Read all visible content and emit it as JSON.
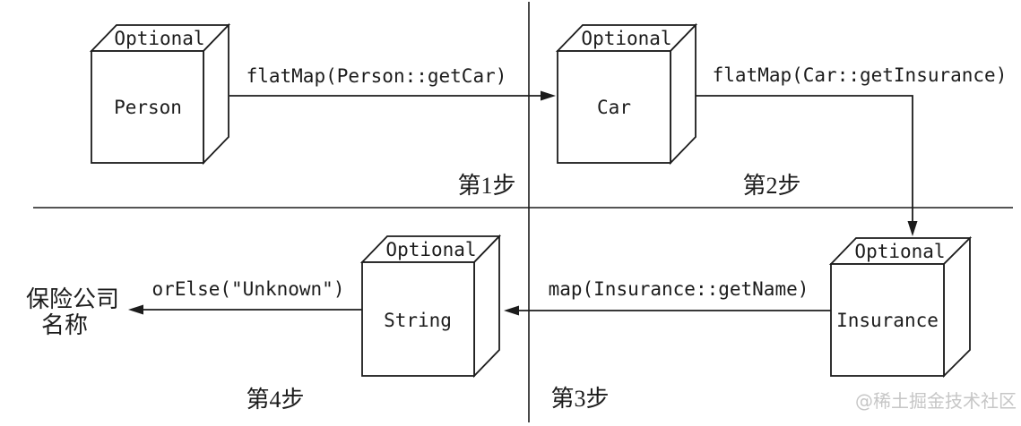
{
  "diagram": {
    "boxes": [
      {
        "name": "person",
        "top_label": "Optional",
        "front_label": "Person"
      },
      {
        "name": "car",
        "top_label": "Optional",
        "front_label": "Car"
      },
      {
        "name": "insurance",
        "top_label": "Optional",
        "front_label": "Insurance"
      },
      {
        "name": "string",
        "top_label": "Optional",
        "front_label": "String"
      }
    ],
    "arrows": [
      {
        "name": "person-to-car",
        "label": "flatMap(Person::getCar)"
      },
      {
        "name": "car-to-insurance",
        "label": "flatMap(Car::getInsurance)"
      },
      {
        "name": "insurance-to-string",
        "label": "map(Insurance::getName)"
      },
      {
        "name": "string-to-result",
        "label": "orElse(\"Unknown\")"
      }
    ],
    "steps": [
      {
        "label": "第1步"
      },
      {
        "label": "第2步"
      },
      {
        "label": "第3步"
      },
      {
        "label": "第4步"
      }
    ],
    "result": {
      "line1": "保险公司",
      "line2": "名称"
    }
  },
  "watermark": {
    "text": "@稀土掘金技术社区"
  },
  "colors": {
    "line": "#1c1c1c",
    "text": "#1c1c1c",
    "watermark": "#c6c6c6",
    "background": "#ffffff"
  }
}
